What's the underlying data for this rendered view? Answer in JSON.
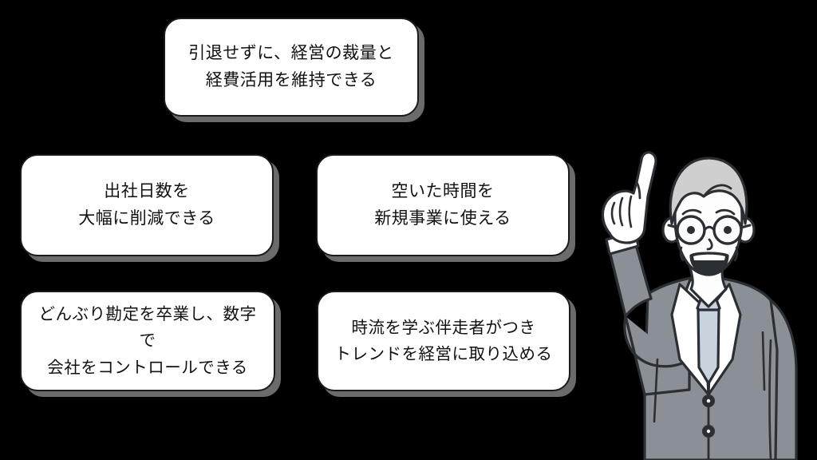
{
  "slide": {
    "background_color": "#000000",
    "box_fill": "#ffffff",
    "box_border": "#1a1a1a",
    "text_color": "#111111"
  },
  "boxes": {
    "top": {
      "id": "benefit-retain-authority",
      "text": "引退せずに、経営の裁量と\n経費活用を維持できる"
    },
    "middle_left": {
      "id": "benefit-reduce-office-days",
      "text": "出社日数を\n大幅に削減できる"
    },
    "middle_right": {
      "id": "benefit-new-business-time",
      "text": "空いた時間を\n新規事業に使える"
    },
    "bottom_left": {
      "id": "benefit-numeric-control",
      "text": "どんぶり勘定を卒業し、数字で\n会社をコントロールできる"
    },
    "bottom_right": {
      "id": "benefit-trend-partner",
      "text": "時流を学ぶ伴走者がつき\nトレンドを経営に取り込める"
    }
  },
  "illustration": {
    "name": "pointing-businessman-illustration",
    "description": "笑顔でメガネをかけた白髪の男性が人差し指を上に向けている",
    "colors": {
      "suit": "#8b8f96",
      "suit_dark": "#7b7f86",
      "outline": "#2b2f33",
      "skin": "#fdfdfd",
      "hair": "#cfcfcf",
      "shirt": "#ffffff",
      "tie": "#c9d3de"
    }
  }
}
